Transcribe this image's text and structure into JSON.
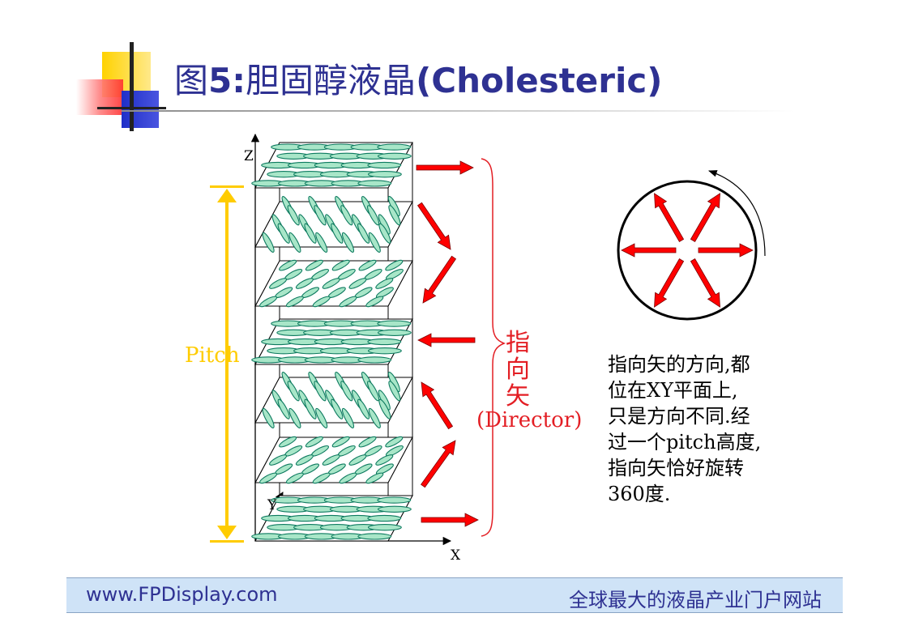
{
  "title": {
    "prefix": "图",
    "number": "5:",
    "cn": "胆固醇液晶",
    "en": "(Cholesteric)"
  },
  "diagram": {
    "axis_z": "Z",
    "axis_y": "Y",
    "axis_x": "X",
    "pitch_label": "Pitch",
    "director_cn": [
      "指",
      "向",
      "矢"
    ],
    "director_en": "(Director)",
    "layer_count": 7,
    "description_lines": [
      "指向矢的方向,都",
      "位在XY平面上,",
      "只是方向不同.经",
      "过一个pitch高度,",
      "指向矢恰好旋转",
      "360度."
    ]
  },
  "footer": {
    "site": "www.FPDisplay.com",
    "slogan": "全球最大的液晶产业门户网站"
  },
  "colors": {
    "title": "#2e3192",
    "pitch": "#ffcc00",
    "director": "#e31e24",
    "arrow_fill": "#ff0000",
    "molecule": "#a8e6c8",
    "molecule_stroke": "#0d7a5f",
    "footer_bg": "#cfe3f7"
  }
}
